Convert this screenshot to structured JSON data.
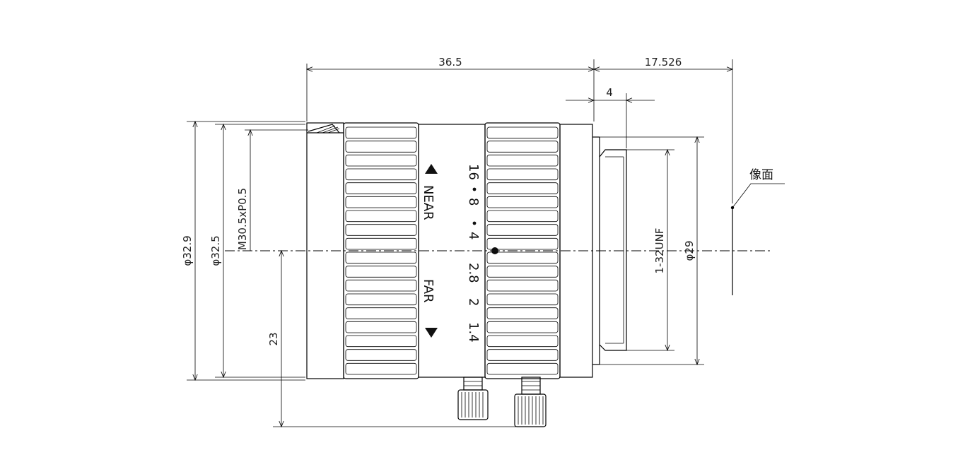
{
  "dimensions": {
    "length_front": "36.5",
    "back_focal": "17.526",
    "mount_depth": "4",
    "dia_outer": "φ32.9",
    "dia_body": "φ32.5",
    "filter_thread": "M30.5xP0.5",
    "screw_height": "23",
    "mount_thread": "1-32UNF",
    "mount_dia": "φ29"
  },
  "labels": {
    "image_plane": "像面"
  },
  "aperture_scale": {
    "near": "NEAR",
    "far": "FAR",
    "values": [
      "16",
      "8",
      "4",
      "2.8",
      "2",
      "1.4"
    ]
  }
}
